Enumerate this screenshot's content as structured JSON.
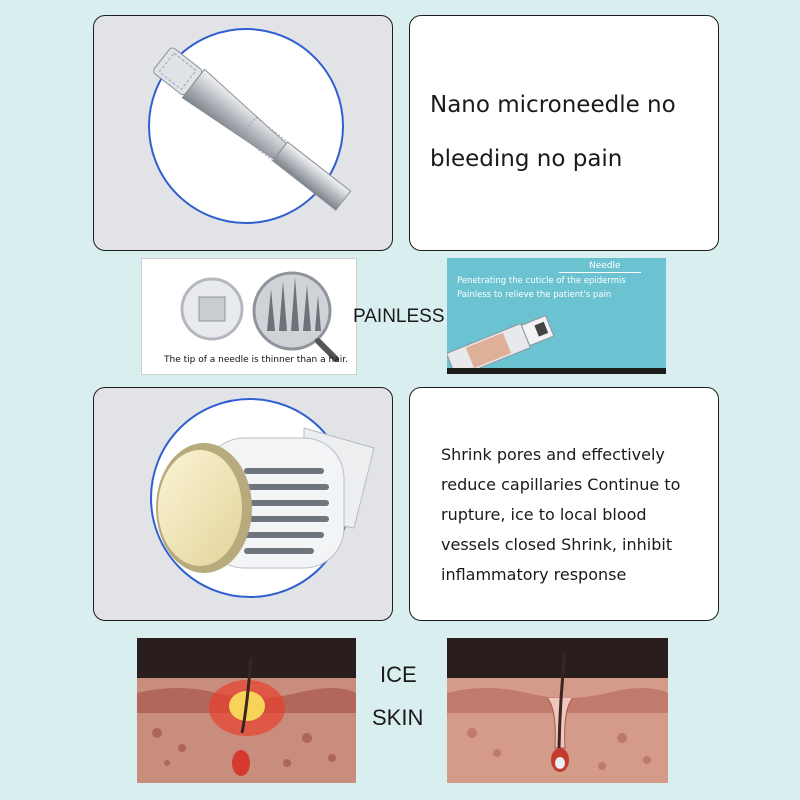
{
  "section1": {
    "text_lines": [
      "Nano microneedle no",
      "bleeding no pain"
    ]
  },
  "middle": {
    "left_caption": "The tip of a needle is thinner than a hair.",
    "center_label": "PAINLESS",
    "right_needle_label": "Needle",
    "right_line1": "Penetrating the cuticle of the epidermis",
    "right_line2": "Painless to relieve the patient's pain"
  },
  "section2": {
    "text_lines": [
      "Shrink pores and effectively",
      "reduce capillaries Continue to",
      "rupture, ice to local blood",
      "vessels closed Shrink, inhibit",
      "inflammatory response"
    ]
  },
  "bottom": {
    "label_line1": "ICE",
    "label_line2": "SKIN"
  },
  "colors": {
    "background": "#d9efef",
    "circle_border": "#2f5fd0",
    "panel_gray": "#e2e3e6",
    "teal_panel": "#6bc3d1"
  }
}
